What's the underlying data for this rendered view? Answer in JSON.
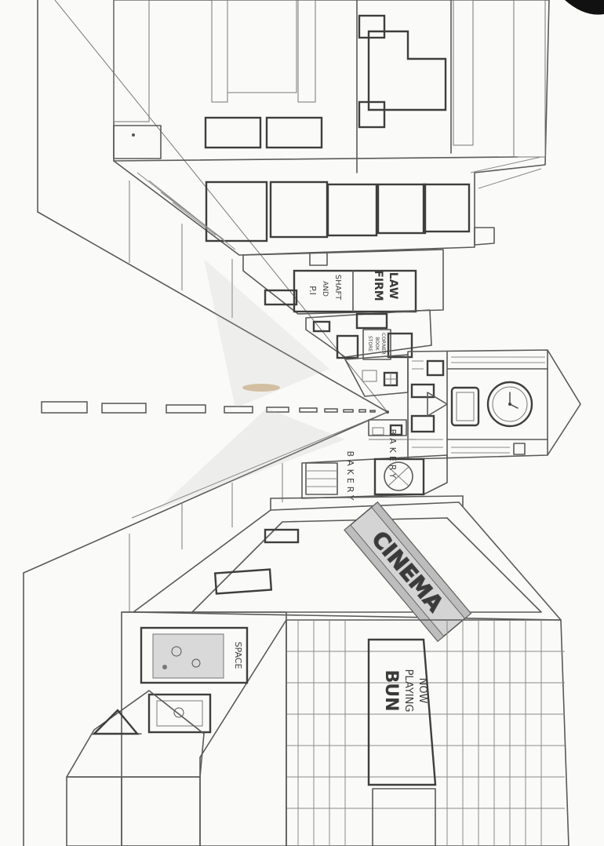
{
  "signs": {
    "law_firm_line1": "LAW",
    "law_firm_line2": "FIRM",
    "shaft_line1": "SHAFT",
    "shaft_line2": "AND",
    "shaft_line3": "P.I",
    "corner_store_line1": "CORNER",
    "corner_store_line2": "BOOK",
    "corner_store_line3": "STORE",
    "bakery_upper": "BAKERY",
    "bakery_lower": "BAKERY",
    "cinema": "CINEMA",
    "now_playing_line1": "NOW",
    "now_playing_line2": "PLAYING",
    "now_playing_title": "BUN",
    "space_poster": "SPACE"
  },
  "colors": {
    "paper": "#fafaf8",
    "pencil": "#5a5a5a",
    "shading": "#b8b8b8",
    "stain": "#c9a877",
    "corner": "#111111"
  }
}
